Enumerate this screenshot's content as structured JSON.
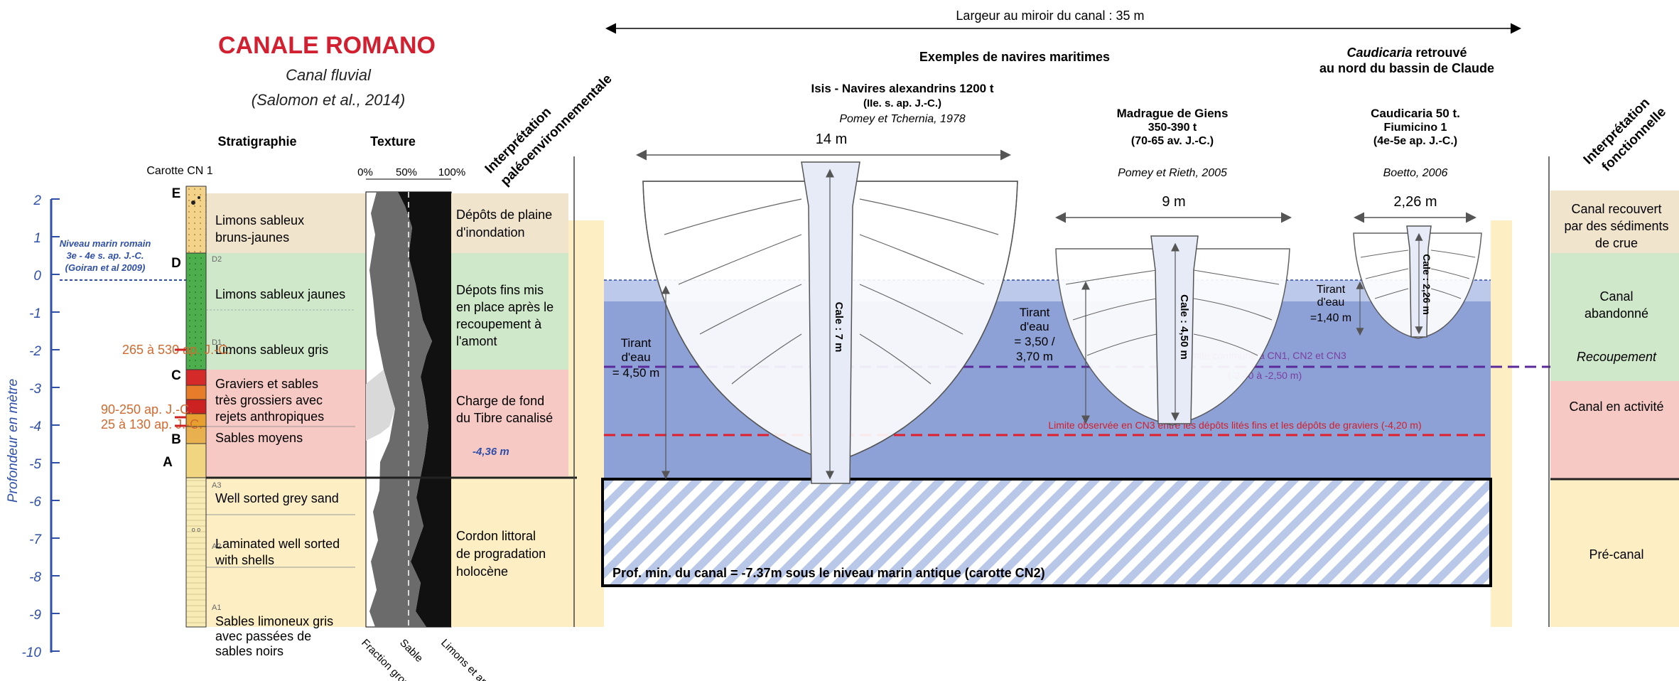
{
  "title": {
    "main": "CANALE ROMANO",
    "sub1": "Canal fluvial",
    "sub2": "(Salomon et al., 2014)"
  },
  "colors": {
    "beige": "#f1e4cc",
    "green": "#cfe8c9",
    "pink": "#f7c9c4",
    "yellow": "#fdeec4",
    "water": "#6f88c8",
    "water_light": "#b9c7e9",
    "red_accent": "#d22030",
    "axis_blue": "#2f4fa8",
    "date_orange": "#d2692f",
    "purple_line": "#7a3fa0"
  },
  "depth_axis": {
    "label": "Profondeur en mètre",
    "ticks": [
      "2",
      "1",
      "0",
      "-1",
      "-2",
      "-3",
      "-4",
      "-5",
      "-6",
      "-7",
      "-8",
      "-9",
      "-10"
    ],
    "niveau_line1": "Niveau marin romain",
    "niveau_line2": "3e - 4e s. ap. J.-C.",
    "niveau_line3": "(Goiran et al 2009)"
  },
  "dates": {
    "d1": "265 à 530 ap. J.-C.",
    "d2": "90-250 ap. J.-C.",
    "d3": "25 à 130 ap. J.-C."
  },
  "stratigraphy": {
    "header": "Stratigraphie",
    "carotte": "Carotte CN 1",
    "units": [
      "E",
      "D",
      "C",
      "B",
      "A"
    ],
    "subunits": [
      "D2",
      "D1",
      "A3",
      "A2",
      "A1"
    ],
    "layers": [
      {
        "line1": "Limons sableux",
        "line2": "bruns-jaunes"
      },
      {
        "line1": "Limons sableux jaunes",
        "line2": ""
      },
      {
        "line1": "Limons sableux gris",
        "line2": ""
      },
      {
        "line1": "Graviers et sables",
        "line2": "très grossiers avec",
        "line3": "rejets anthropiques"
      },
      {
        "line1": "Sables moyens",
        "line2": ""
      },
      {
        "line1": "Well sorted grey sand",
        "line2": ""
      },
      {
        "line1": "Laminated well sorted",
        "line2": "with shells"
      },
      {
        "line1": "Sables limoneux  gris",
        "line2": "avec passées de",
        "line3": "sables noirs"
      }
    ]
  },
  "texture": {
    "header": "Texture",
    "pct": [
      "0%",
      "50%",
      "100%"
    ],
    "bottom": [
      "Fraction grossière",
      "Sable",
      "Limons et argiles"
    ]
  },
  "paleo": {
    "header_line1": "Interprétation",
    "header_line2": "paléoenvironnementale",
    "items": [
      {
        "line1": "Dépôts de plaine",
        "line2": "d'inondation"
      },
      {
        "line1": "Dépots fins mis",
        "line2": "en place après le",
        "line3": "recoupement à",
        "line4": "l'amont"
      },
      {
        "line1": "Charge de fond",
        "line2": "du Tibre canalisé"
      },
      {
        "line1": "Cordon littoral",
        "line2": "de progradation",
        "line3": "holocène"
      }
    ],
    "depth_mark": "-4,36 m"
  },
  "canal": {
    "width_label": "Largeur au miroir du canal : 35 m",
    "examples_header": "Exemples de navires maritimes",
    "caudicaria_header1": "Caudicaria",
    "caudicaria_header1_rest": " retrouvé",
    "caudicaria_header2": "au nord du bassin de Claude",
    "limite1": "Limite commune à CN1, CN2 et CN3",
    "limite1b": "(-2,40 à -2,50 m)",
    "limite2": "Limite observée en CN3 entre les dépôts lités fins et les dépôts de graviers (-4,20 m)",
    "prof_min": "Prof. min. du canal = -7.37m sous le niveau marin antique (carotte CN2)"
  },
  "ships": [
    {
      "name": "Isis - Navires alexandrins 1200 t",
      "line2": "(IIe. s. ap. J.-C.)",
      "ref": "Pomey et Tchernia, 1978",
      "width": "14 m",
      "cale": "Cale : 7 m",
      "tirant1": "Tirant",
      "tirant2": "d'eau",
      "tirant3": "= 4,50 m"
    },
    {
      "name": "Madrague de Giens",
      "line2": "350-390 t",
      "line3": "(70-65 av. J.-C.)",
      "ref": "Pomey et Rieth, 2005",
      "width": "9 m",
      "cale": "Cale : 4,50 m",
      "tirant1": "Tirant",
      "tirant2": "d'eau",
      "tirant3": "= 3,50 /",
      "tirant4": "3,70 m"
    },
    {
      "name": "Caudicaria 50 t.",
      "line2": "Fiumicino 1",
      "line3": "(4e-5e ap. J.-C.)",
      "ref": "Boetto, 2006",
      "width": "2,26 m",
      "cale": "Cale : 2,26 m",
      "tirant1": "Tirant",
      "tirant2": "d'eau",
      "tirant3": "=1,40 m"
    }
  ],
  "functional": {
    "header_line1": "Interprétation",
    "header_line2": "fonctionnelle",
    "items": [
      {
        "line1": "Canal recouvert",
        "line2": "par des sédiments",
        "line3": "de crue"
      },
      {
        "line1": "Canal",
        "line2": "abandonné"
      },
      {
        "line1": "Recoupement"
      },
      {
        "line1": "Canal en activité"
      },
      {
        "line1": "Pré-canal"
      }
    ]
  }
}
